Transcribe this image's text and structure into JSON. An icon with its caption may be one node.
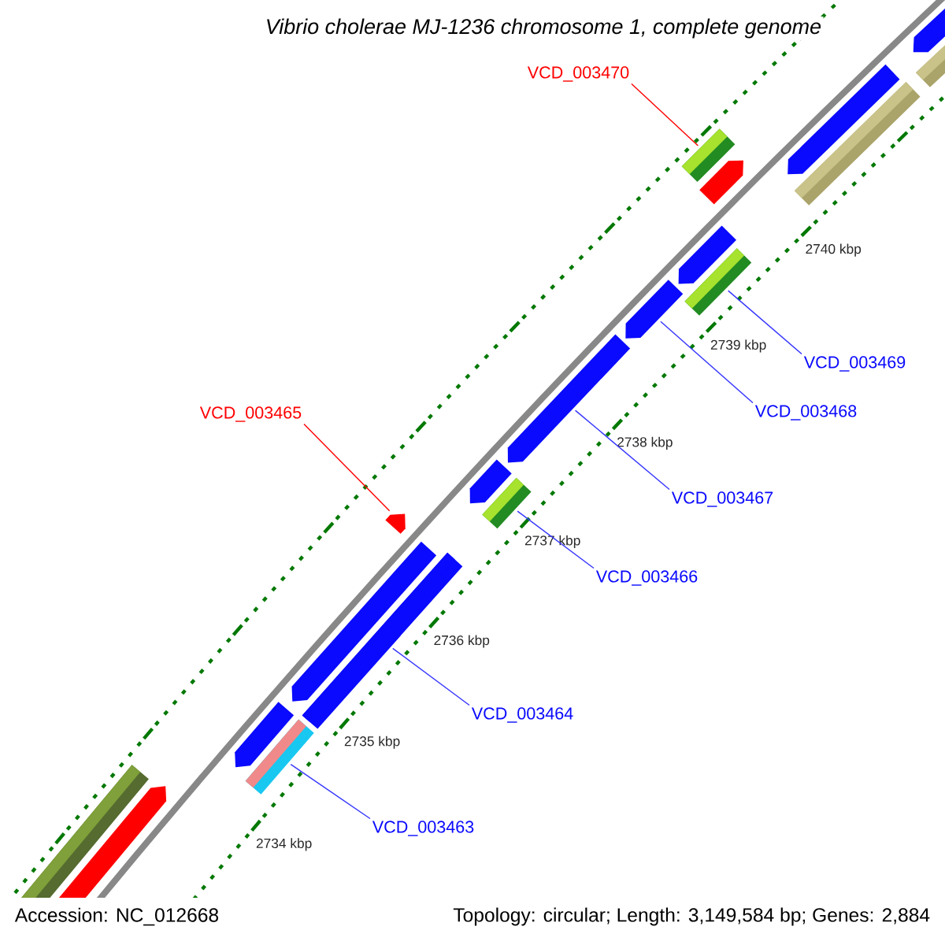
{
  "diagram": {
    "title": "Vibrio cholerae MJ-1236 chromosome 1, complete genome",
    "nodes": [
      {
        "text": [
          "VCD_003470"
        ]
      },
      {
        "text": [],
        "shape": "bar"
      },
      {
        "text": [
          "VCD_003469"
        ]
      },
      {
        "text": [],
        "shape": "bar"
      },
      {
        "text": [
          "VCD_003468"
        ]
      },
      {
        "text": [],
        "shape": "arrow"
      },
      {
        "text": [
          "VCD_003467"
        ]
      },
      {
        "text": [],
        "shape": "arrow"
      },
      {
        "text": [
          "VCD_003466"
        ]
      },
      {
        "text": [],
        "shape": "bar"
      },
      {
        "text": [
          "VCD_003465"
        ]
      },
      {
        "text": [],
        "shape": "arrow"
      },
      {
        "text": [
          "VCD_003464"
        ]
      },
      {
        "text": [],
        "shape": "bar"
      },
      {
        "text": [
          "VCD_003463"
        ]
      },
      {
        "text": [],
        "shape": "bar"
      },
      {
        "text": [],
        "shape": "arrow"
      },
      {
        "text": [],
        "shape": "bar"
      },
      {
        "text": [],
        "shape": "arrow"
      },
      {
        "text": [],
        "shape": "bar"
      },
      {
        "text": [],
        "shape": "arrow"
      },
      {
        "text": [],
        "shape": "arrow"
      },
      {
        "text": [],
        "shape": "arrow"
      },
      {
        "text": [],
        "shape": "arrow"
      },
      {
        "text": [],
        "shape": "arrow"
      },
      {
        "text": [],
        "shape": "bar"
      },
      {
        "text": [],
        "shape": "arrow"
      }
    ],
    "edges": [
      {
        "from": 0,
        "to": 1,
        "arrow": "none",
        "color": "#ff0000"
      },
      {
        "from": 2,
        "to": 3,
        "arrow": "none"
      },
      {
        "from": 4,
        "to": 5,
        "arrow": "none"
      },
      {
        "from": 6,
        "to": 7,
        "arrow": "none"
      },
      {
        "from": 8,
        "to": 9,
        "arrow": "none"
      },
      {
        "from": 10,
        "to": 11,
        "arrow": "none",
        "color": "#ff0000"
      },
      {
        "from": 12,
        "to": 13,
        "arrow": "none"
      },
      {
        "from": 14,
        "to": 15,
        "arrow": "none"
      }
    ],
    "labels": [
      "2740 kbp",
      "2739 kbp",
      "2738 kbp",
      "2737 kbp",
      "2736 kbp",
      "2735 kbp",
      "2734 kbp",
      "Accession: NC_012668",
      "Topology: circular; Length: 3,149,584 bp; Genes: 2,884"
    ]
  }
}
